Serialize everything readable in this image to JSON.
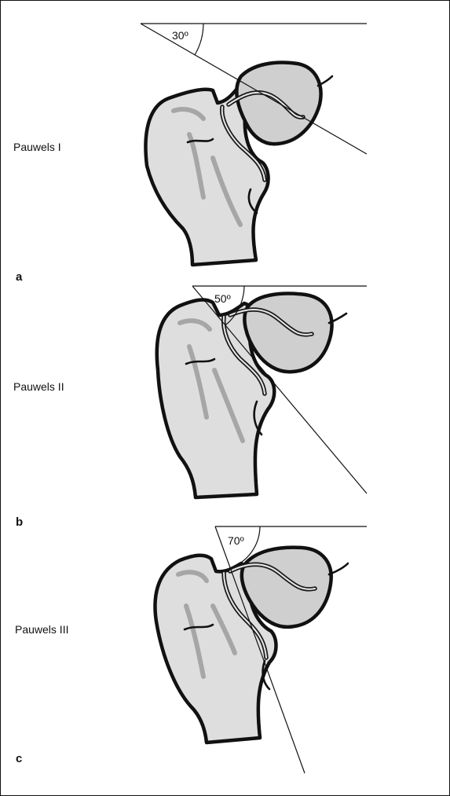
{
  "panels": [
    {
      "letter": "a",
      "name": "Pauwels I",
      "angle": "30º",
      "angle_deg": 30
    },
    {
      "letter": "b",
      "name": "Pauwels II",
      "angle": "50º",
      "angle_deg": 50
    },
    {
      "letter": "c",
      "name": "Pauwels III",
      "angle": "70º",
      "angle_deg": 70
    }
  ],
  "colors": {
    "ink": "#111111",
    "bone": "#dedede",
    "head": "#cfcfcf",
    "shade": "#9c9c9c",
    "border": "#111111"
  }
}
